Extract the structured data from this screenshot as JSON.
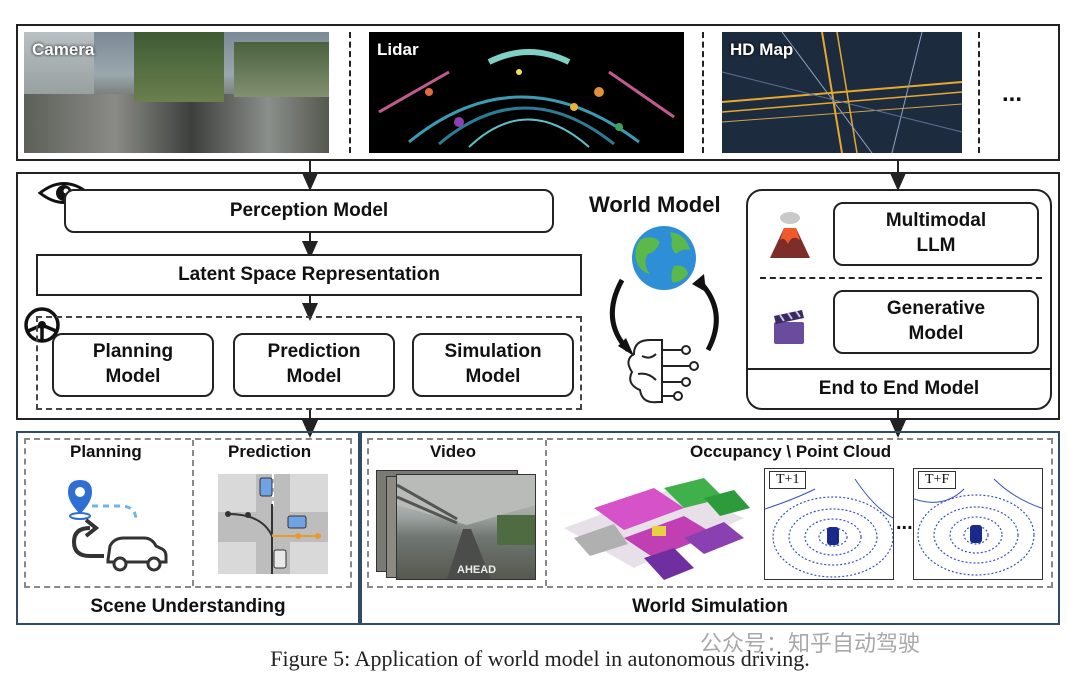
{
  "inputs": {
    "camera": "Camera",
    "lidar": "Lidar",
    "hdmap": "HD Map",
    "more": "..."
  },
  "world_model": {
    "title": "World Model",
    "perception": "Perception Model",
    "latent": "Latent Space Representation",
    "planning": "Planning\nModel",
    "prediction": "Prediction\nModel",
    "simulation": "Simulation\nModel",
    "mllm": "Multimodal\nLLM",
    "generative": "Generative\nModel",
    "e2e": "End to End Model"
  },
  "scene": {
    "planning": "Planning",
    "prediction": "Prediction",
    "title": "Scene Understanding"
  },
  "world_sim": {
    "video": "Video",
    "occupancy": "Occupancy \\ Point Cloud",
    "t1": "T+1",
    "tf": "T+F",
    "ellipsis": "...",
    "title": "World Simulation"
  },
  "caption": "Figure 5: Application of world model in autonomous driving.",
  "watermark": "公众号：知乎自动驾驶"
}
